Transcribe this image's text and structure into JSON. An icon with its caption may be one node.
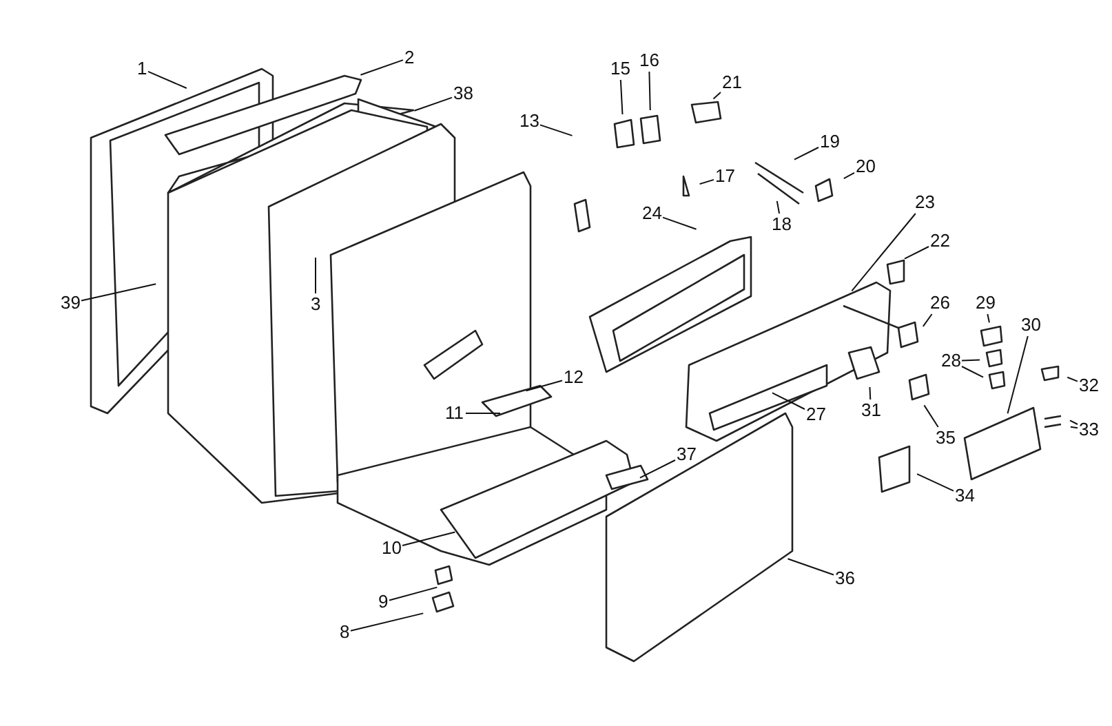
{
  "diagram": {
    "nodes": [
      {
        "text": [
          "1"
        ]
      },
      {
        "text": [
          "2"
        ]
      },
      {
        "text": [
          "38"
        ]
      },
      {
        "text": [
          "13"
        ]
      },
      {
        "text": [
          "15"
        ]
      },
      {
        "text": [
          "16"
        ]
      },
      {
        "text": [
          "21"
        ]
      },
      {
        "text": [
          "19"
        ]
      },
      {
        "text": [
          "17"
        ]
      },
      {
        "text": [
          "20"
        ]
      },
      {
        "text": [
          "18"
        ]
      },
      {
        "text": [
          "24"
        ]
      },
      {
        "text": [
          "23"
        ]
      },
      {
        "text": [
          "22"
        ]
      },
      {
        "text": [
          "3"
        ]
      },
      {
        "text": [
          "39"
        ]
      },
      {
        "text": [
          "26"
        ]
      },
      {
        "text": [
          "29"
        ]
      },
      {
        "text": [
          "28"
        ]
      },
      {
        "text": [
          "30"
        ]
      },
      {
        "text": [
          "12"
        ]
      },
      {
        "text": [
          "31"
        ]
      },
      {
        "text": [
          "32"
        ]
      },
      {
        "text": [
          "35"
        ]
      },
      {
        "text": [
          "27"
        ]
      },
      {
        "text": [
          "33"
        ]
      },
      {
        "text": [
          "11"
        ]
      },
      {
        "text": [
          "37"
        ]
      },
      {
        "text": [
          "34"
        ]
      },
      {
        "text": [
          "36"
        ]
      },
      {
        "text": [
          "10"
        ]
      },
      {
        "text": [
          "9"
        ]
      },
      {
        "text": [
          "8"
        ]
      }
    ],
    "edges": [
      {
        "from": 0,
        "to": null,
        "arrow": "none"
      },
      {
        "from": 1,
        "to": null,
        "arrow": "none"
      },
      {
        "from": 2,
        "to": null,
        "arrow": "none"
      },
      {
        "from": 3,
        "to": null,
        "arrow": "none"
      },
      {
        "from": 4,
        "to": null,
        "arrow": "none"
      },
      {
        "from": 5,
        "to": null,
        "arrow": "none"
      },
      {
        "from": 6,
        "to": null,
        "arrow": "none"
      },
      {
        "from": 7,
        "to": null,
        "arrow": "none"
      },
      {
        "from": 8,
        "to": null,
        "arrow": "none"
      },
      {
        "from": 9,
        "to": null,
        "arrow": "none"
      },
      {
        "from": 10,
        "to": null,
        "arrow": "none"
      },
      {
        "from": 11,
        "to": null,
        "arrow": "none"
      },
      {
        "from": 12,
        "to": null,
        "arrow": "none"
      },
      {
        "from": 13,
        "to": null,
        "arrow": "none"
      },
      {
        "from": 14,
        "to": null,
        "arrow": "none"
      },
      {
        "from": 15,
        "to": null,
        "arrow": "none"
      },
      {
        "from": 16,
        "to": null,
        "arrow": "none"
      },
      {
        "from": 17,
        "to": null,
        "arrow": "none"
      },
      {
        "from": 18,
        "to": null,
        "arrow": "none"
      },
      {
        "from": 18,
        "to": null,
        "arrow": "none"
      },
      {
        "from": 19,
        "to": null,
        "arrow": "none"
      },
      {
        "from": 20,
        "to": null,
        "arrow": "none"
      },
      {
        "from": 21,
        "to": null,
        "arrow": "none"
      },
      {
        "from": 22,
        "to": null,
        "arrow": "none"
      },
      {
        "from": 23,
        "to": null,
        "arrow": "none"
      },
      {
        "from": 24,
        "to": null,
        "arrow": "none"
      },
      {
        "from": 25,
        "to": null,
        "arrow": "none"
      },
      {
        "from": 25,
        "to": null,
        "arrow": "none"
      },
      {
        "from": 26,
        "to": null,
        "arrow": "none"
      },
      {
        "from": 27,
        "to": null,
        "arrow": "none"
      },
      {
        "from": 28,
        "to": null,
        "arrow": "none"
      },
      {
        "from": 29,
        "to": null,
        "arrow": "none"
      },
      {
        "from": 30,
        "to": null,
        "arrow": "none"
      },
      {
        "from": 31,
        "to": null,
        "arrow": "none"
      },
      {
        "from": 32,
        "to": null,
        "arrow": "none"
      }
    ]
  }
}
